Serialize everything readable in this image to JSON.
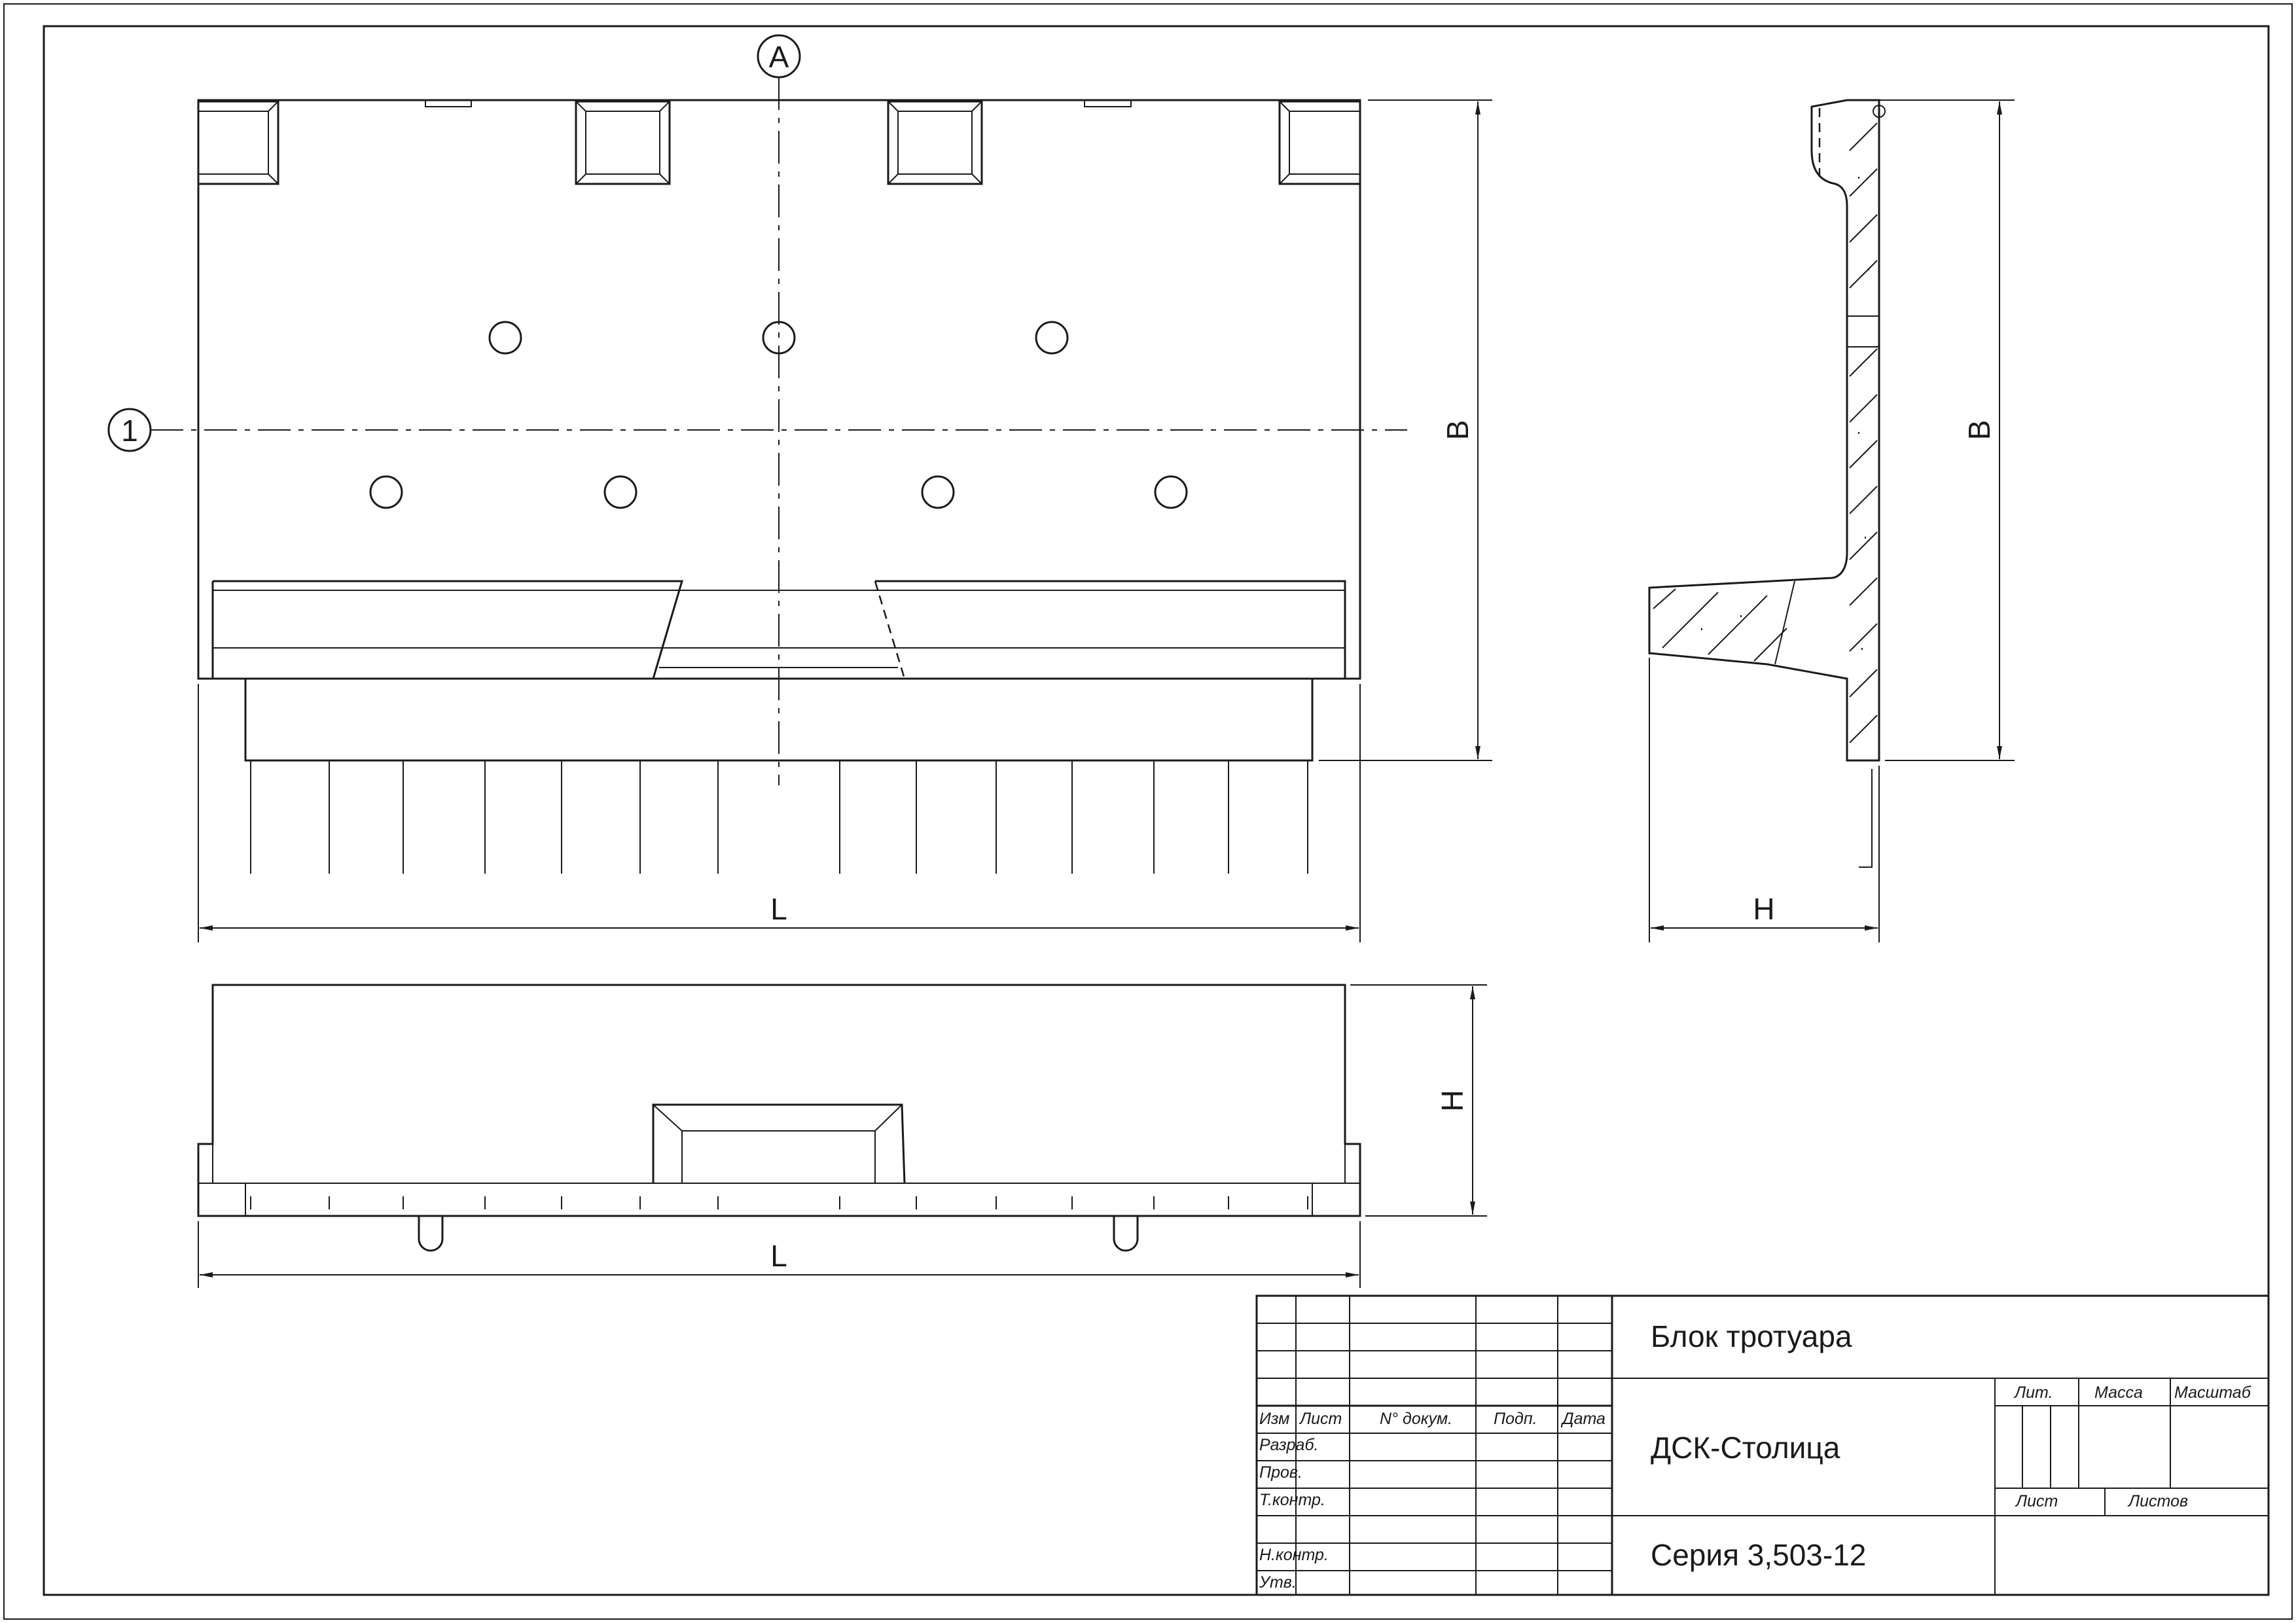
{
  "drawing": {
    "axis_marks": {
      "axis_a": "A",
      "axis_1": "1"
    },
    "dimensions": {
      "width_front": "B",
      "width_side": "B",
      "length_front": "L",
      "length_plan": "L",
      "height_side": "H",
      "height_plan": "H"
    }
  },
  "title_block": {
    "title": "Блок тротуара",
    "organization": "ДСК-Столица",
    "series": "Серия 3,503-12",
    "columns": {
      "izm": "Изм",
      "list": "Лист",
      "doc": "N° докум.",
      "sign": "Подп.",
      "date": "Дата"
    },
    "rows": {
      "razrab": "Разраб.",
      "prov": "Пров.",
      "tkontr": "Т.контр.",
      "nkontr": "Н.контр.",
      "utv": "Утв."
    },
    "info": {
      "lit": "Лит.",
      "mass": "Масса",
      "scale": "Масштаб",
      "sheet": "Лист",
      "sheets": "Листов"
    }
  }
}
